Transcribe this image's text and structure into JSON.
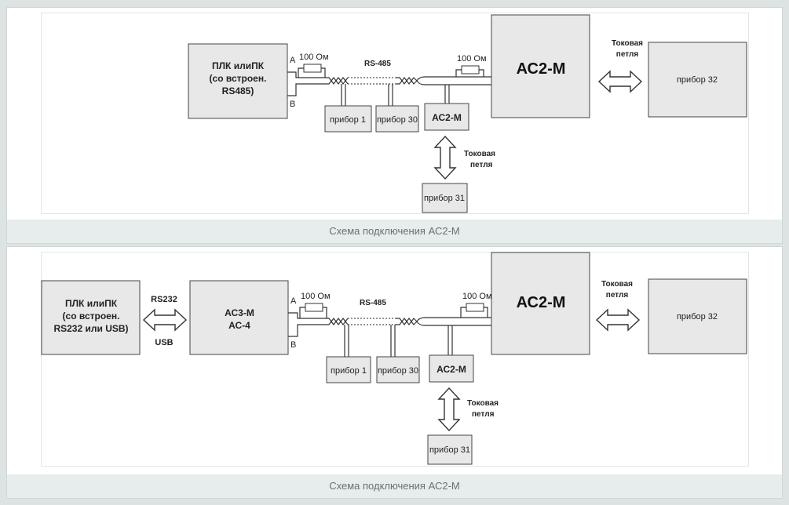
{
  "diagrams": [
    {
      "source": {
        "lines": [
          "ПЛК илиПК",
          "(со встроен.",
          "RS485)"
        ]
      },
      "resistor_left": "100 Ом",
      "resistor_right": "100 Ом",
      "pin_a": "A",
      "pin_b": "B",
      "bus": "RS-485",
      "device_1": "прибор 1",
      "device_30": "прибор 30",
      "ac2m_small": "АС2-М",
      "ac2m_main": "АС2-М",
      "loop_right": [
        "Токовая",
        "петля"
      ],
      "loop_bottom": [
        "Токовая",
        "петля"
      ],
      "device_32": "прибор 32",
      "device_31": "прибор 31",
      "caption": "Схема подключения АС2-М"
    },
    {
      "source": {
        "lines": [
          "ПЛК илиПК",
          "(со встроен.",
          "RS232 или USB)"
        ]
      },
      "link_top": "RS232",
      "link_bottom": "USB",
      "converter": {
        "lines": [
          "АС3-М",
          "АС-4"
        ]
      },
      "resistor_left": "100 Ом",
      "resistor_right": "100 Ом",
      "pin_a": "A",
      "pin_b": "B",
      "bus": "RS-485",
      "device_1": "прибор 1",
      "device_30": "прибор 30",
      "ac2m_small": "АС2-М",
      "ac2m_main": "АС2-М",
      "loop_right": [
        "Токовая",
        "петля"
      ],
      "loop_bottom": [
        "Токовая",
        "петля"
      ],
      "device_32": "прибор 32",
      "device_31": "прибор 31",
      "caption": "Схема подключения АС2-М"
    }
  ]
}
